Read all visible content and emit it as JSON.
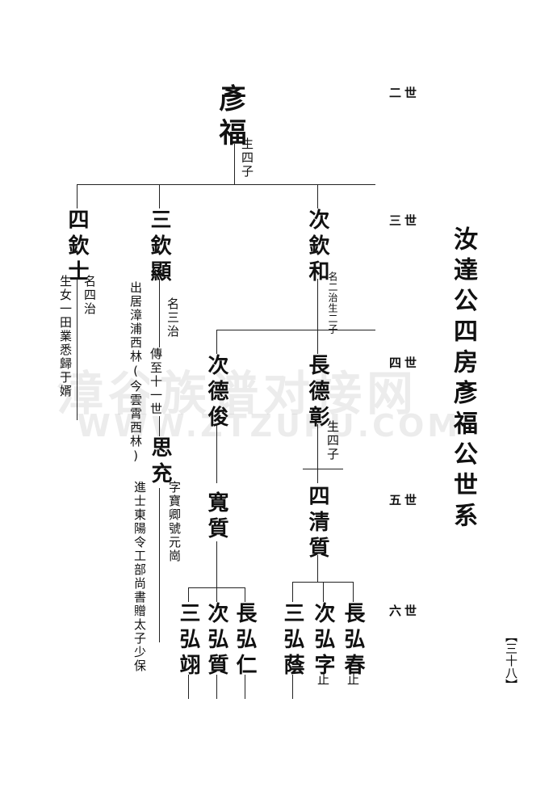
{
  "title": "汝達公四房彥福公世系",
  "page_number": "【三十八】",
  "generations": [
    "二世",
    "三世",
    "四世",
    "五世",
    "六世"
  ],
  "watermark": {
    "line1": "漳谷族谱对接网",
    "line2": "WWW.ZTZUPU.COM"
  },
  "gen2": {
    "name": "彥福",
    "note": "生四子"
  },
  "gen3": {
    "son4": {
      "name": "四欽士",
      "note1": "名四治",
      "note2": "生女一田業悉歸于婿"
    },
    "son3": {
      "name": "三欽顯",
      "note1": "名三治",
      "note2": "出居漳浦西林(今雲霄西林)",
      "note3": "傳至十一世",
      "descendant": "思充",
      "desc_note1": "字寶卿號元崗",
      "desc_note2": "進士東陽令工部尚書贈太子少保"
    },
    "son2": {
      "name": "次欽和",
      "note": "名二治生二子"
    }
  },
  "gen4": {
    "elder": {
      "name": "長德彰",
      "note": "生四子"
    },
    "second": {
      "name": "次德俊"
    }
  },
  "gen5": {
    "a": {
      "name": "四清質"
    },
    "b": {
      "name": "寬質"
    }
  },
  "gen6": {
    "c1": {
      "name": "長弘春",
      "note": "止"
    },
    "c2": {
      "name": "次弘字",
      "note": "止"
    },
    "c3": {
      "name": "三弘蔭"
    },
    "d1": {
      "name": "長弘仁"
    },
    "d2": {
      "name": "次弘質"
    },
    "d3": {
      "name": "三弘翊"
    }
  }
}
